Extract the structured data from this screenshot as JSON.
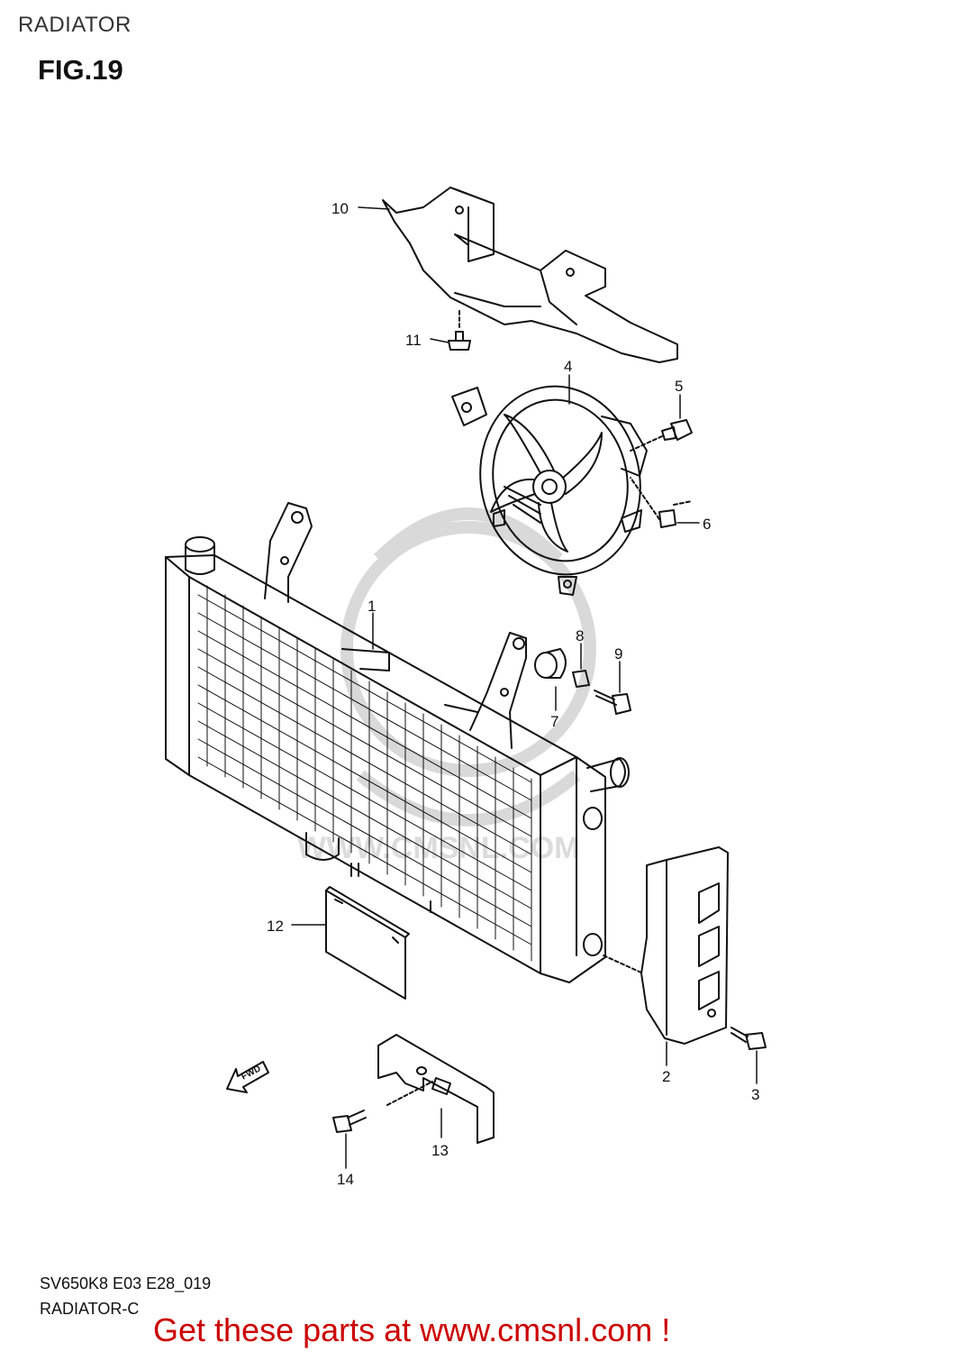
{
  "header": {
    "title": "RADIATOR",
    "figure": "FIG.19"
  },
  "watermark": {
    "text": "WWW.CMSNL.COM"
  },
  "diagram": {
    "fwd_arrow_label": "FWD",
    "callouts": [
      {
        "id": "c1",
        "label": "1"
      },
      {
        "id": "c2",
        "label": "2"
      },
      {
        "id": "c3",
        "label": "3"
      },
      {
        "id": "c4",
        "label": "4"
      },
      {
        "id": "c5",
        "label": "5"
      },
      {
        "id": "c6",
        "label": "6"
      },
      {
        "id": "c7",
        "label": "7"
      },
      {
        "id": "c8",
        "label": "8"
      },
      {
        "id": "c9",
        "label": "9"
      },
      {
        "id": "c10",
        "label": "10"
      },
      {
        "id": "c11",
        "label": "11"
      },
      {
        "id": "c12",
        "label": "12"
      },
      {
        "id": "c13",
        "label": "13"
      },
      {
        "id": "c14",
        "label": "14"
      }
    ]
  },
  "footer": {
    "code": "SV650K8 E03 E28_019",
    "subtitle": "RADIATOR-C",
    "promo": "Get these parts at www.cmsnl.com !"
  },
  "colors": {
    "promo": "#cc0000",
    "line": "#111111",
    "watermark": "#d6d6d6"
  }
}
